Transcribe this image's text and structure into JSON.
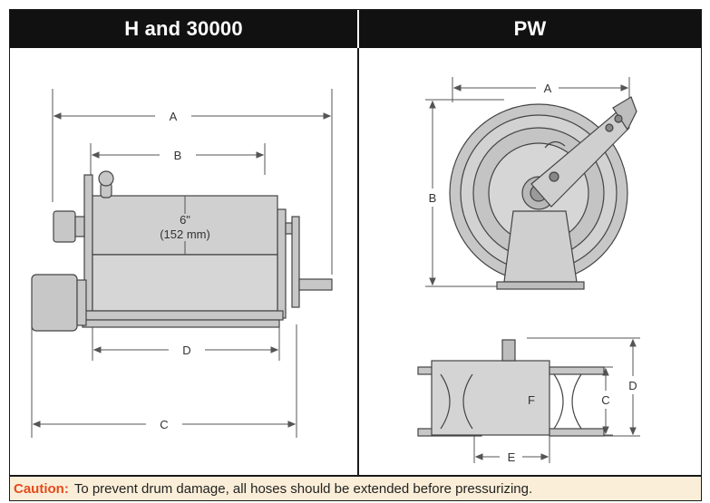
{
  "headers": {
    "left": "H and 30000",
    "right": "PW"
  },
  "left_diagram": {
    "dims": {
      "a": "A",
      "b": "B",
      "c": "C",
      "d": "D"
    },
    "drum_note_line1": "6\"",
    "drum_note_line2": "(152 mm)"
  },
  "right_diagram": {
    "dims": {
      "a": "A",
      "b": "B",
      "c": "C",
      "d": "D",
      "e": "E",
      "f": "F"
    }
  },
  "caution": {
    "label": "Caution:",
    "text": "To prevent drum damage, all hoses should be extended before pressurizing."
  },
  "colors": {
    "header_bg": "#111111",
    "caution_label": "#e34b1c",
    "caution_bg": "#fbeed8",
    "reel_gray": "#c7c7c7"
  }
}
